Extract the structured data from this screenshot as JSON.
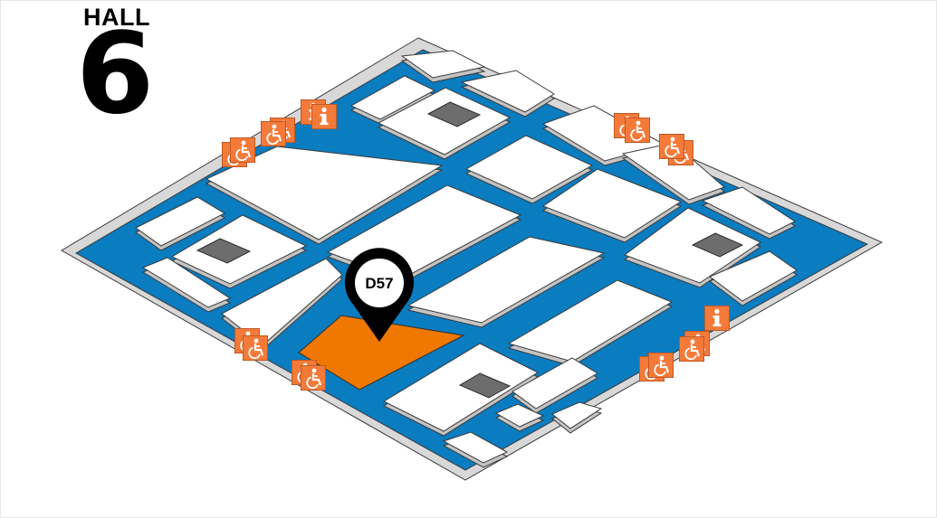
{
  "hall": {
    "label": "HALL",
    "number": "6"
  },
  "booth": {
    "label": "D57",
    "highlight_color": "#f07800"
  },
  "colors": {
    "aisle": "#0a7cc0",
    "stand": "#ffffff",
    "stand_side": "#c4c4c4",
    "outline": "#3a3a3a",
    "service_icon": "#f47a3a",
    "void": "#6d6d6d"
  },
  "icons": {
    "accessible": "wheelchair-icon",
    "info": "info-icon"
  },
  "info_glyph": "i"
}
